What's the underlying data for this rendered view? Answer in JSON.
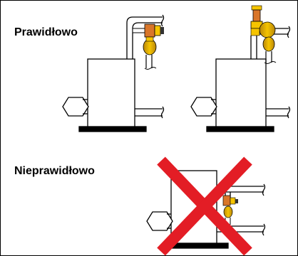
{
  "labels": {
    "correct": "Prawidłowo",
    "incorrect": "Nieprawidłowo"
  },
  "colors": {
    "line": "#000000",
    "valve_yellow": "#f5c400",
    "valve_orange": "#d9762a",
    "cross_red": "#e31d25"
  },
  "icons": {
    "correct_a": "boiler-with-side-valve",
    "correct_b": "boiler-with-top-valve",
    "incorrect": "boiler-with-valve-crossed-out"
  }
}
